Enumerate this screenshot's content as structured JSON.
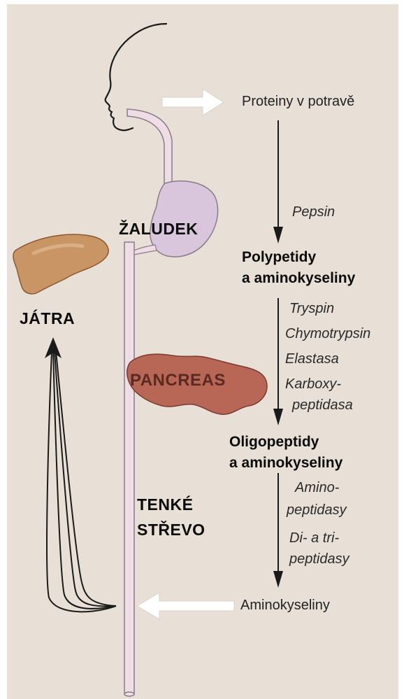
{
  "colors": {
    "background": "#e8e0d6",
    "tract_fill": "#efdde6",
    "tract_stroke": "#8a7a88",
    "stomach": "#d9c5dc",
    "liver": "#c99564",
    "pancreas": "#b86656",
    "arrow_dark": "#1a1a1a"
  },
  "organs": {
    "stomach": "ŽALUDEK",
    "liver": "JÁTRA",
    "pancreas": "PANCREAS",
    "intestine_line1": "TENKÉ",
    "intestine_line2": "STŘEVO"
  },
  "flow": {
    "input": "Proteiny v potravě",
    "stage1_enzyme": "Pepsin",
    "product1_line1": "Polypetidy",
    "product1_line2": "a aminokyseliny",
    "stage2_enzymes": [
      "Tryspin",
      "Chymotrypsin",
      "Elastasa",
      "Karboxy-",
      "peptidasa"
    ],
    "product2_line1": "Oligopeptidy",
    "product2_line2": "a aminokyseliny",
    "stage3_enzymes": [
      "Amino-",
      "peptidasy",
      "Di- a tri-",
      "peptidasy"
    ],
    "output": "Aminokyseliny"
  },
  "icons": {
    "head": "human-head-profile-icon",
    "input_arrow": "white-arrow-right-icon",
    "output_arrow": "white-arrow-left-icon",
    "flow_arrows": "down-arrow-icon",
    "liver_arrows": "curved-arrows-up-icon"
  }
}
